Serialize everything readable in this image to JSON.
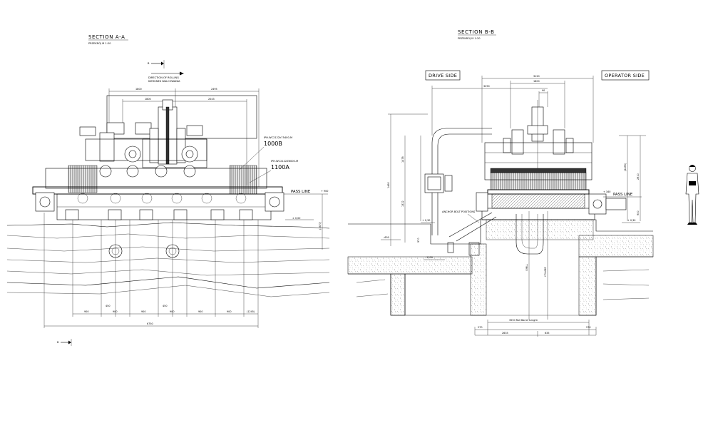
{
  "left": {
    "title": "SECTION  A-A",
    "subtitle": "PRZEKRÓJ          M  1:20",
    "section_mark": "B",
    "section_mark_bottom": "B",
    "rolling_line1": "DIRECTION OF ROLLING",
    "rolling_line2": "KIERUNEK  WALCOWANIA",
    "top_dims": [
      "1800",
      "2495"
    ],
    "upper_dims": [
      "1800",
      "2043"
    ],
    "label_upper_code": "IPH.WC2122k75400-M",
    "label_upper_value": "1000B",
    "label_lower_code": "IPH.WC2122Z6000-M",
    "label_lower_value": "1100A",
    "pass_line": "PASS LINE",
    "pass_line_value": "+ 900",
    "zero_value": "± 0,00",
    "right_dim": "(1677)",
    "spacing_labels": [
      "900",
      "450",
      "900",
      "900",
      "450",
      "900",
      "900",
      "900",
      "(1245)"
    ],
    "overall_dim": "6750"
  },
  "right": {
    "title": "SECTION  B-B",
    "subtitle": "PRZEKRÓJ          M  1:20",
    "drive_side": "DRIVE SIDE",
    "operator_side": "OPERATOR SIDE",
    "top_dims": [
      "3120",
      "3290",
      "1800",
      "90"
    ],
    "left_dims": [
      "1478",
      "1460",
      "1322",
      "970"
    ],
    "level_minus_650": "- 650",
    "level_minus_1550": "- 1550",
    "level_plus_030_left": "+ 0,30",
    "level_plus_030_right": "+ 0,30",
    "level_plus_160": "+ 160",
    "anchor_bolt": "ANCHOR BOLT POSITIONS",
    "pass_line": "PASS LINE",
    "right_dims": [
      "(2495)",
      "2910",
      "900"
    ],
    "mill_label": "ℂMILL",
    "flume_label": "ℂFLUME",
    "barrel_length": "3550 Roll Barrel Lenght",
    "bottom_dims": [
      "270",
      "2635",
      "635",
      "270"
    ]
  }
}
